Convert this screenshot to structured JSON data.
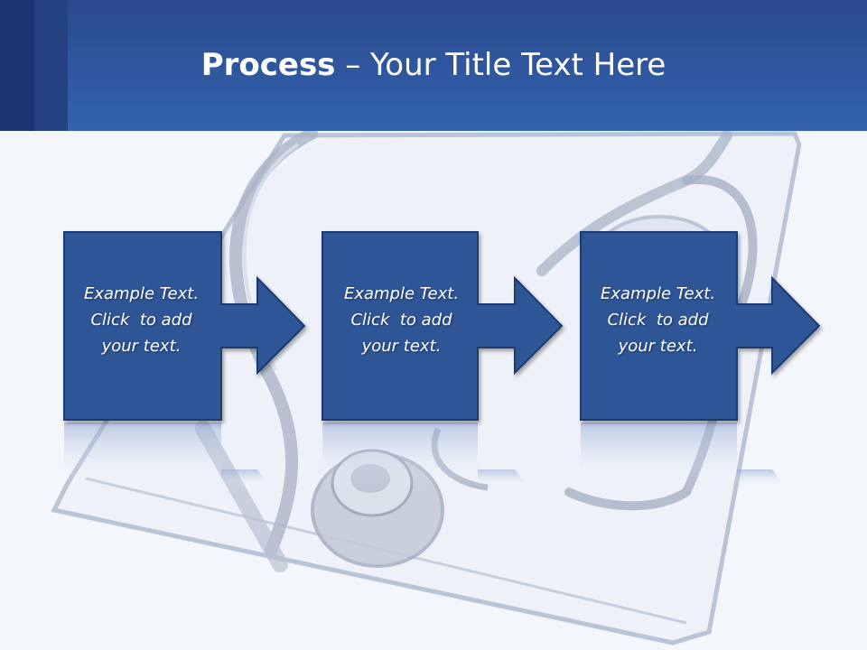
{
  "title": {
    "bold": "Process",
    "rest": " – Your Title Text Here"
  },
  "steps": [
    {
      "line1": "Example Text.",
      "line2": "Click  to add",
      "line3": "your text."
    },
    {
      "line1": "Example Text.",
      "line2": "Click  to add",
      "line3": "your text."
    },
    {
      "line1": "Example Text.",
      "line2": "Click  to add",
      "line3": "your text."
    }
  ],
  "colors": {
    "header": "#2f5aa6",
    "box": "#2e5596",
    "box_border": "#1d3a73",
    "background": "#f3f6fa"
  },
  "background_image": "stethoscope-clipboard"
}
